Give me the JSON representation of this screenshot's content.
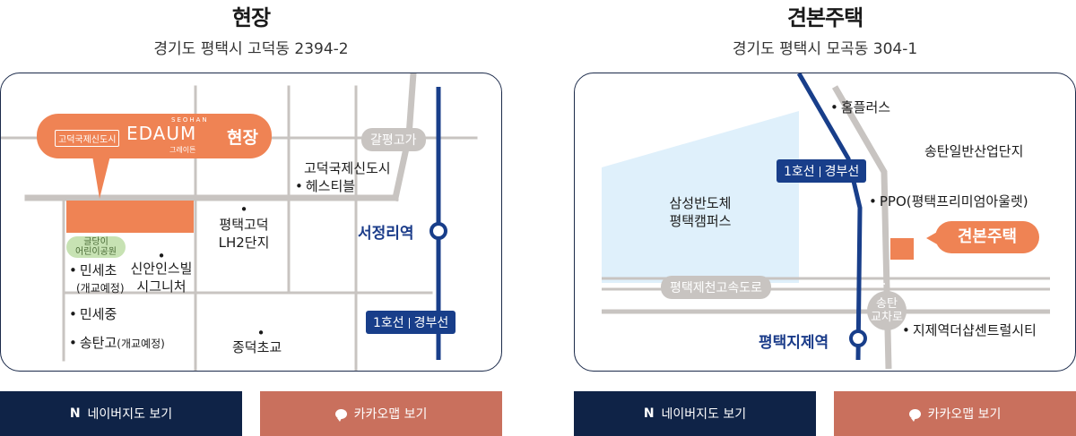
{
  "left": {
    "title": "현장",
    "address": "경기도 평택시 고덕동 2394-2",
    "callout": {
      "tag": "고덕국제신도시",
      "brand_small": "SEOHAN",
      "brand": "EDAUM",
      "brand_sub": "그레이튼",
      "site": "현장"
    },
    "labels": {
      "heseutibil_1": "고덕국제신도시",
      "heseutibil_2": "헤스티블",
      "lh_1": "평택고덕",
      "lh_2": "LH2단지",
      "park_1": "글당이",
      "park_2": "어린이공원",
      "minse_cho": "민세초",
      "minse_cho_note": "(개교예정)",
      "sinan_1": "신안인스빌",
      "sinan_2": "시그니처",
      "minse_jung": "민세중",
      "songtan_go": "송탄고",
      "songtan_go_note": "(개교예정)",
      "jongdeok": "종덕초교",
      "road": "갈평고가",
      "station": "서정리역"
    },
    "line_badge": {
      "line": "1호선",
      "name": "경부선"
    },
    "buttons": {
      "naver": "네이버지도 보기",
      "kakao": "카카오맵 보기"
    }
  },
  "right": {
    "title": "견본주택",
    "address": "경기도 평택시 모곡동 304-1",
    "labels": {
      "homeplus": "홈플러스",
      "industrial": "송탄일반산업단지",
      "samsung_1": "삼성반도체",
      "samsung_2": "평택캠퍼스",
      "ppo": "PPO(평택프리미엄아울렛)",
      "highway": "평택제천고속도로",
      "interchange_1": "송탄",
      "interchange_2": "교차로",
      "station": "평택지제역",
      "jije": "지제역더샵센트럴시티",
      "model_house": "견본주택"
    },
    "line_badge": {
      "line": "1호선",
      "name": "경부선"
    },
    "buttons": {
      "naver": "네이버지도 보기",
      "kakao": "카카오맵 보기"
    }
  },
  "colors": {
    "navy": "#0f2347",
    "line": "#183e8a",
    "orange": "#ef8354",
    "kakao_btn": "#c9705d",
    "road": "#c8c4c1",
    "samsung_area": "#dff0fb",
    "park": "#c7e2b3"
  }
}
